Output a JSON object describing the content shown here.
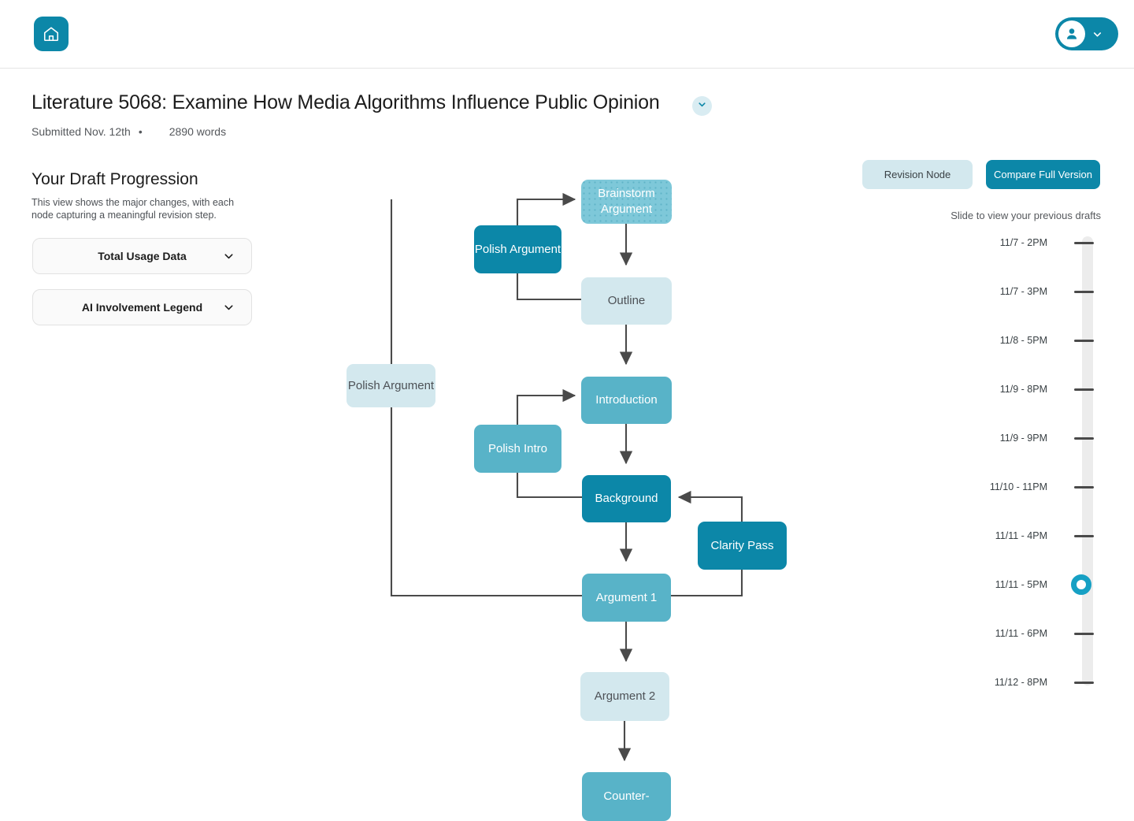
{
  "header": {
    "home_icon": "home-icon",
    "account_icon": "user-avatar-icon",
    "account_chevron_icon": "chevron-down-icon"
  },
  "document": {
    "title": "Literature 5068: Examine How Media Algorithms Influence Public Opinion",
    "title_chevron_icon": "chevron-down-icon",
    "submitted": "Submitted Nov. 12th",
    "separator": "•",
    "word_count": "2890 words"
  },
  "left_panel": {
    "heading": "Your Draft Progression",
    "description": "This view shows the major changes, with each node capturing a meaningful revision step.",
    "dropdowns": [
      {
        "label": "Total Usage Data",
        "icon": "chevron-down-icon"
      },
      {
        "label": "AI Involvement Legend",
        "icon": "chevron-down-icon"
      }
    ]
  },
  "controls": {
    "revision_node_label": "Revision Node",
    "compare_label": "Compare Full Version",
    "slide_hint": "Slide to view your previous drafts"
  },
  "timeline": {
    "selected": "11/11 - 5PM",
    "marks": [
      "11/7 - 2PM",
      "11/7 - 3PM",
      "11/8 - 5PM",
      "11/9 - 8PM",
      "11/9 - 9PM",
      "11/10 - 11PM",
      "11/11 - 4PM",
      "11/11 - 5PM",
      "11/11 - 6PM",
      "11/12 - 8PM"
    ]
  },
  "flow": {
    "nodes": [
      {
        "id": "brainstorm",
        "label": "Brainstorm Argument",
        "style": "dotted"
      },
      {
        "id": "polish_argument_dark",
        "label": "Polish Argument",
        "style": "dark"
      },
      {
        "id": "outline",
        "label": "Outline",
        "style": "light"
      },
      {
        "id": "polish_argument_light",
        "label": "Polish Argument",
        "style": "light"
      },
      {
        "id": "introduction",
        "label": "Introduction",
        "style": "mid"
      },
      {
        "id": "polish_intro",
        "label": "Polish Intro",
        "style": "mid"
      },
      {
        "id": "background",
        "label": "Background",
        "style": "dark"
      },
      {
        "id": "clarity_pass",
        "label": "Clarity Pass",
        "style": "dark"
      },
      {
        "id": "argument_1",
        "label": "Argument 1",
        "style": "mid"
      },
      {
        "id": "argument_2",
        "label": "Argument 2",
        "style": "light"
      },
      {
        "id": "counter",
        "label": "Counter-",
        "style": "mid"
      }
    ]
  },
  "colors": {
    "brand": "#0c87a8",
    "mid": "#58b3c8",
    "light": "#d3e8ee",
    "dotted": "#7ec8d9",
    "edge": "#4a4a4a",
    "track": "#ececec",
    "knob": "#16a0c4"
  }
}
